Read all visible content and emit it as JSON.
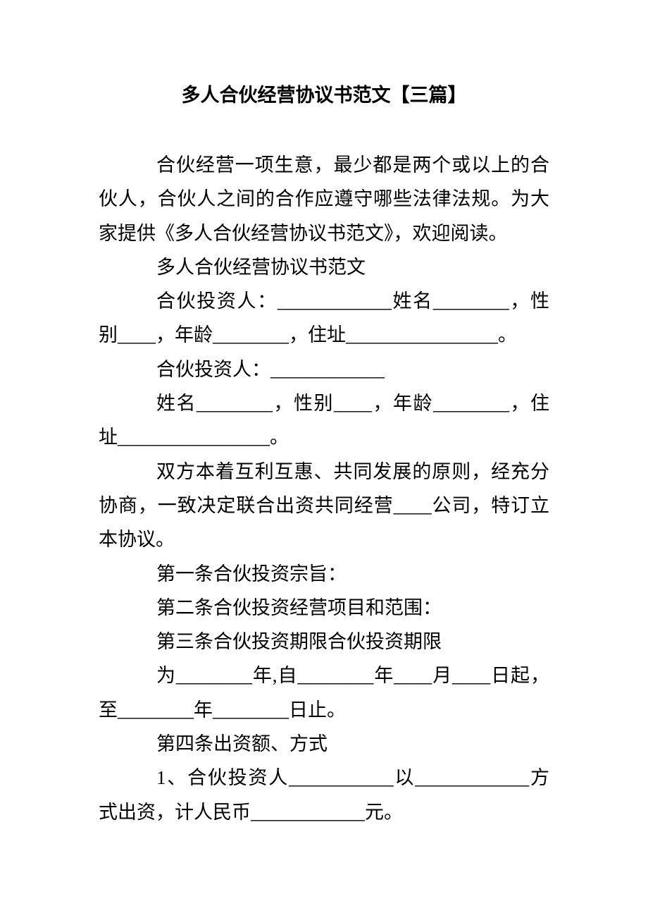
{
  "document": {
    "title": "多人合伙经营协议书范文【三篇】",
    "lines": [
      "合伙经营一项生意，最少都是两个或以上的合",
      "伙人，合伙人之间的合作应遵守哪些法律法规。为大",
      "家提供《多人合伙经营协议书范文》，欢迎阅读。",
      "多人合伙经营协议书范文",
      "合伙投资人：____________姓名________，性",
      "别____，年龄________，住址________________。",
      "合伙投资人：____________",
      "姓名________，性别____，年龄________，住",
      "址________________。",
      "双方本着互利互惠、共同发展的原则，经充分",
      "协商，一致决定联合出资共同经营____公司，特订立",
      "本协议。",
      "第一条合伙投资宗旨：",
      "第二条合伙投资经营项目和范围：",
      "第三条合伙投资期限合伙投资期限",
      "为________年,自________年____月____日起，",
      "至________年________日止。",
      "第四条出资额、方式",
      "1、合伙投资人___________以____________方",
      "式出资，计人民币____________元。"
    ]
  }
}
